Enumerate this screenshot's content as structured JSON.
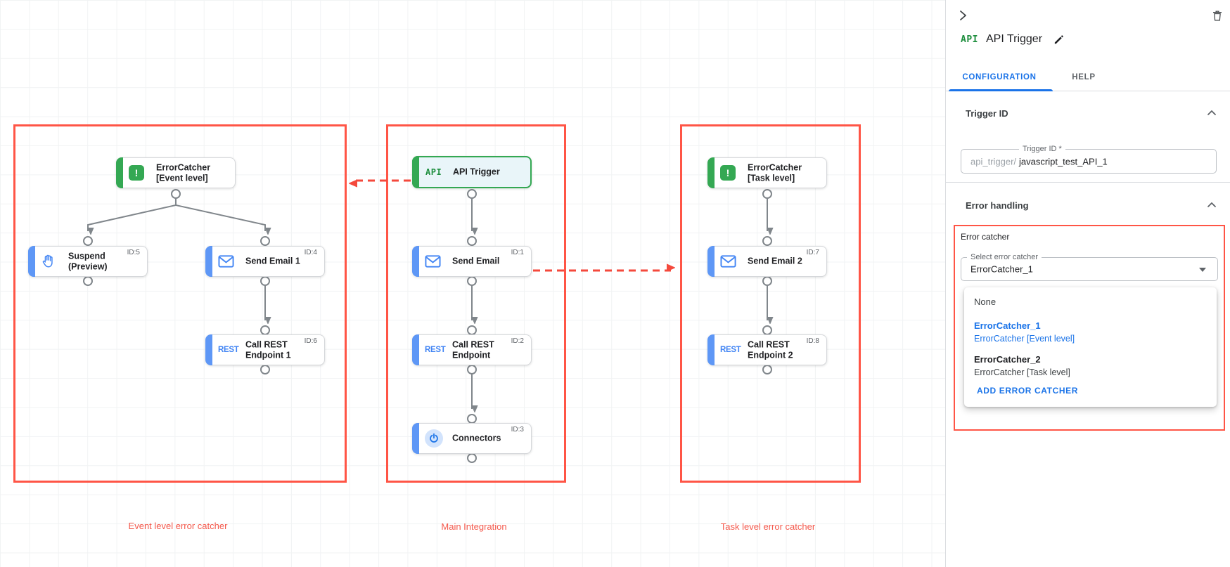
{
  "canvas": {
    "groups": [
      {
        "label": "Event level error catcher"
      },
      {
        "label": "Main Integration"
      },
      {
        "label": "Task level error catcher"
      }
    ],
    "nodes": [
      {
        "label": "ErrorCatcher [Event level]",
        "icon": "error-icon",
        "id_label": ""
      },
      {
        "label": "Suspend (Preview)",
        "icon": "hand-icon",
        "id_label": "ID:5"
      },
      {
        "label": "Send Email 1",
        "icon": "email-icon",
        "id_label": "ID:4"
      },
      {
        "label": "Call REST Endpoint 1",
        "icon": "rest-icon",
        "id_label": "ID:6"
      },
      {
        "label": "API Trigger",
        "icon": "api-icon",
        "id_label": ""
      },
      {
        "label": "Send Email",
        "icon": "email-icon",
        "id_label": "ID:1"
      },
      {
        "label": "Call REST Endpoint",
        "icon": "rest-icon",
        "id_label": "ID:2"
      },
      {
        "label": "Connectors",
        "icon": "connector-icon",
        "id_label": "ID:3"
      },
      {
        "label": "ErrorCatcher [Task level]",
        "icon": "error-icon",
        "id_label": ""
      },
      {
        "label": "Send Email 2",
        "icon": "email-icon",
        "id_label": "ID:7"
      },
      {
        "label": "Call REST Endpoint 2",
        "icon": "rest-icon",
        "id_label": "ID:8"
      }
    ],
    "rest_icon_text": "REST",
    "error_icon_glyph": "!",
    "api_icon_text": "API"
  },
  "panel": {
    "title_badge": "API",
    "title": "API Trigger",
    "tabs": [
      {
        "label": "CONFIGURATION",
        "active": true
      },
      {
        "label": "HELP",
        "active": false
      }
    ],
    "trigger_id": {
      "heading": "Trigger ID",
      "field_label": "Trigger ID *",
      "prefix": "api_trigger/",
      "value": "javascript_test_API_1"
    },
    "error_handling": {
      "heading": "Error handling",
      "group_label": "Error catcher",
      "select_label": "Select error catcher",
      "select_value": "ErrorCatcher_1",
      "dropdown": {
        "none_label": "None",
        "options": [
          {
            "name": "ErrorCatcher_1",
            "desc": "ErrorCatcher [Event level]",
            "selected": true
          },
          {
            "name": "ErrorCatcher_2",
            "desc": "ErrorCatcher [Task level]",
            "selected": false
          }
        ],
        "add_label": "ADD ERROR CATCHER"
      }
    }
  },
  "colors": {
    "accent_blue": "#1a73e8",
    "task_bar_blue": "#5e97f6",
    "icon_blue": "#4285f4",
    "green": "#34a853",
    "highlight_red": "#ff5546",
    "dot_red": "#e53935",
    "edge_gray": "#80868b"
  }
}
